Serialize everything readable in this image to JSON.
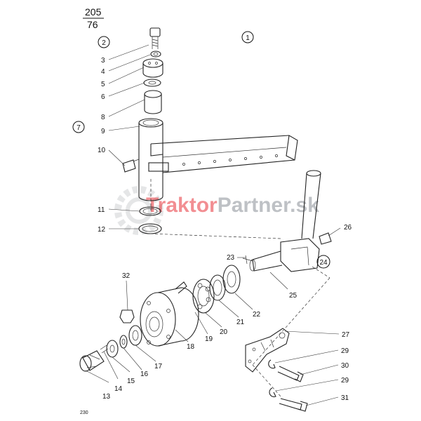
{
  "header": {
    "top": "205",
    "bottom": "76"
  },
  "page_number": "230",
  "watermark": {
    "part1": "Traktor",
    "part2": "Partner",
    "part3": ".sk",
    "color1": "#e8333a",
    "color2": "#8a8f96"
  },
  "circled": [
    "1",
    "2",
    "7",
    "24"
  ],
  "labels": [
    "3",
    "4",
    "5",
    "6",
    "8",
    "9",
    "10",
    "11",
    "12",
    "13",
    "14",
    "15",
    "16",
    "17",
    "18",
    "19",
    "20",
    "21",
    "22",
    "23",
    "25",
    "26",
    "27",
    "29",
    "30",
    "29",
    "31",
    "32"
  ]
}
